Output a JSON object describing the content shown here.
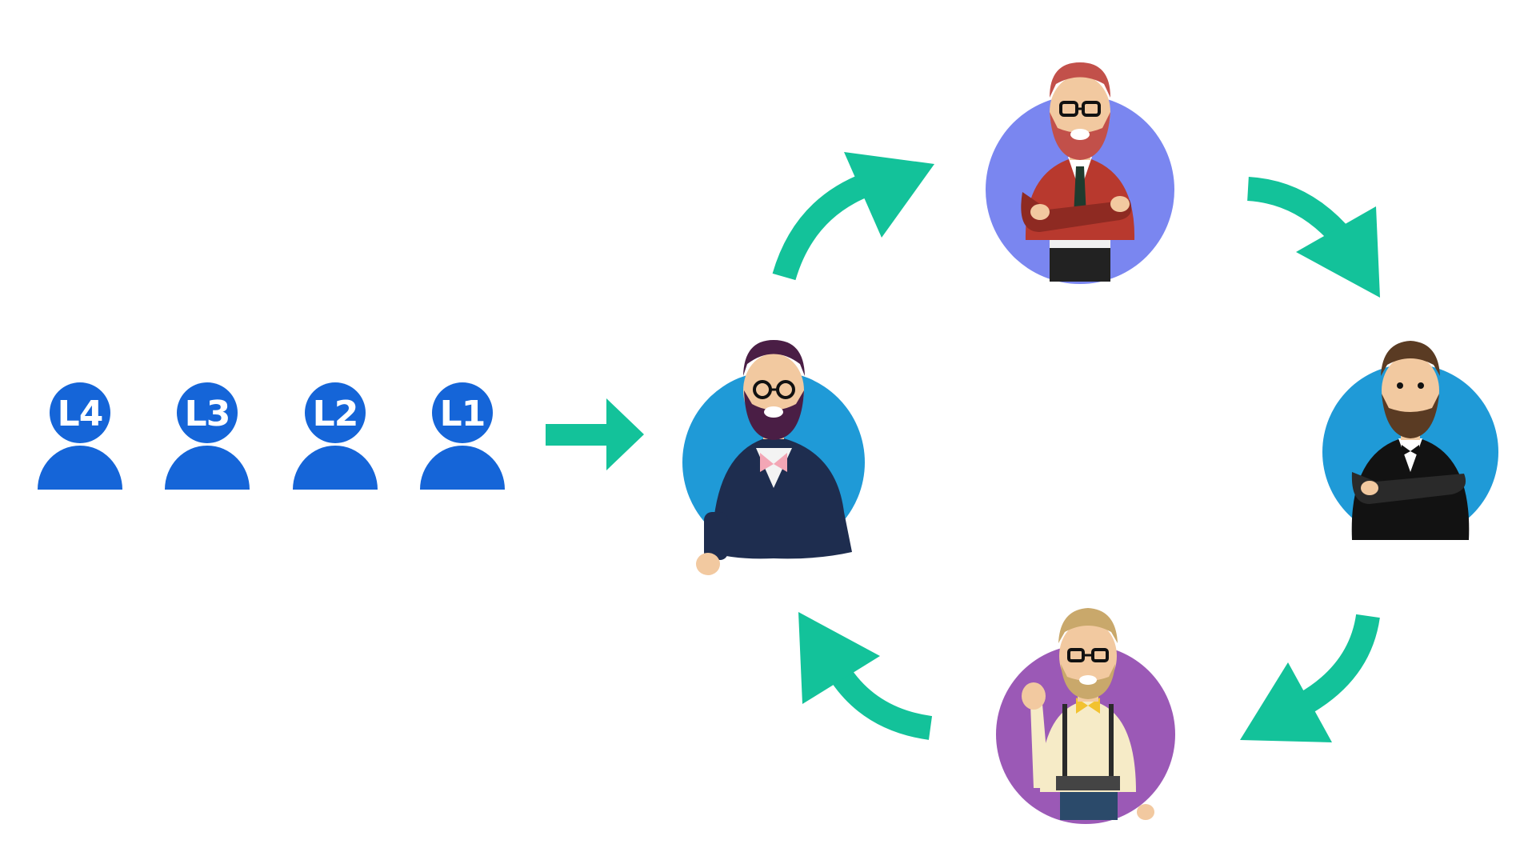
{
  "queue": [
    {
      "label": "L4"
    },
    {
      "label": "L3"
    },
    {
      "label": "L2"
    },
    {
      "label": "L1"
    }
  ],
  "colors": {
    "queue_icon": "#1565d8",
    "arrow": "#13c29a",
    "circle_center": "#1f9ad7",
    "circle_top": "#7a86f0",
    "circle_right": "#1f9ad7",
    "circle_bottom": "#9b59b6",
    "skin": "#f2c9a0",
    "beard_purple": "#4a1e45",
    "beard_red": "#c2504a",
    "beard_brown": "#5a3b23",
    "beard_blond": "#c9a86b"
  },
  "characters": [
    {
      "id": "center",
      "icon": "person-purple-beard-navy-suit"
    },
    {
      "id": "top",
      "icon": "person-red-beard-red-vest"
    },
    {
      "id": "right",
      "icon": "person-brown-beard-black-suit"
    },
    {
      "id": "bottom",
      "icon": "person-blond-beard-suspenders"
    }
  ]
}
